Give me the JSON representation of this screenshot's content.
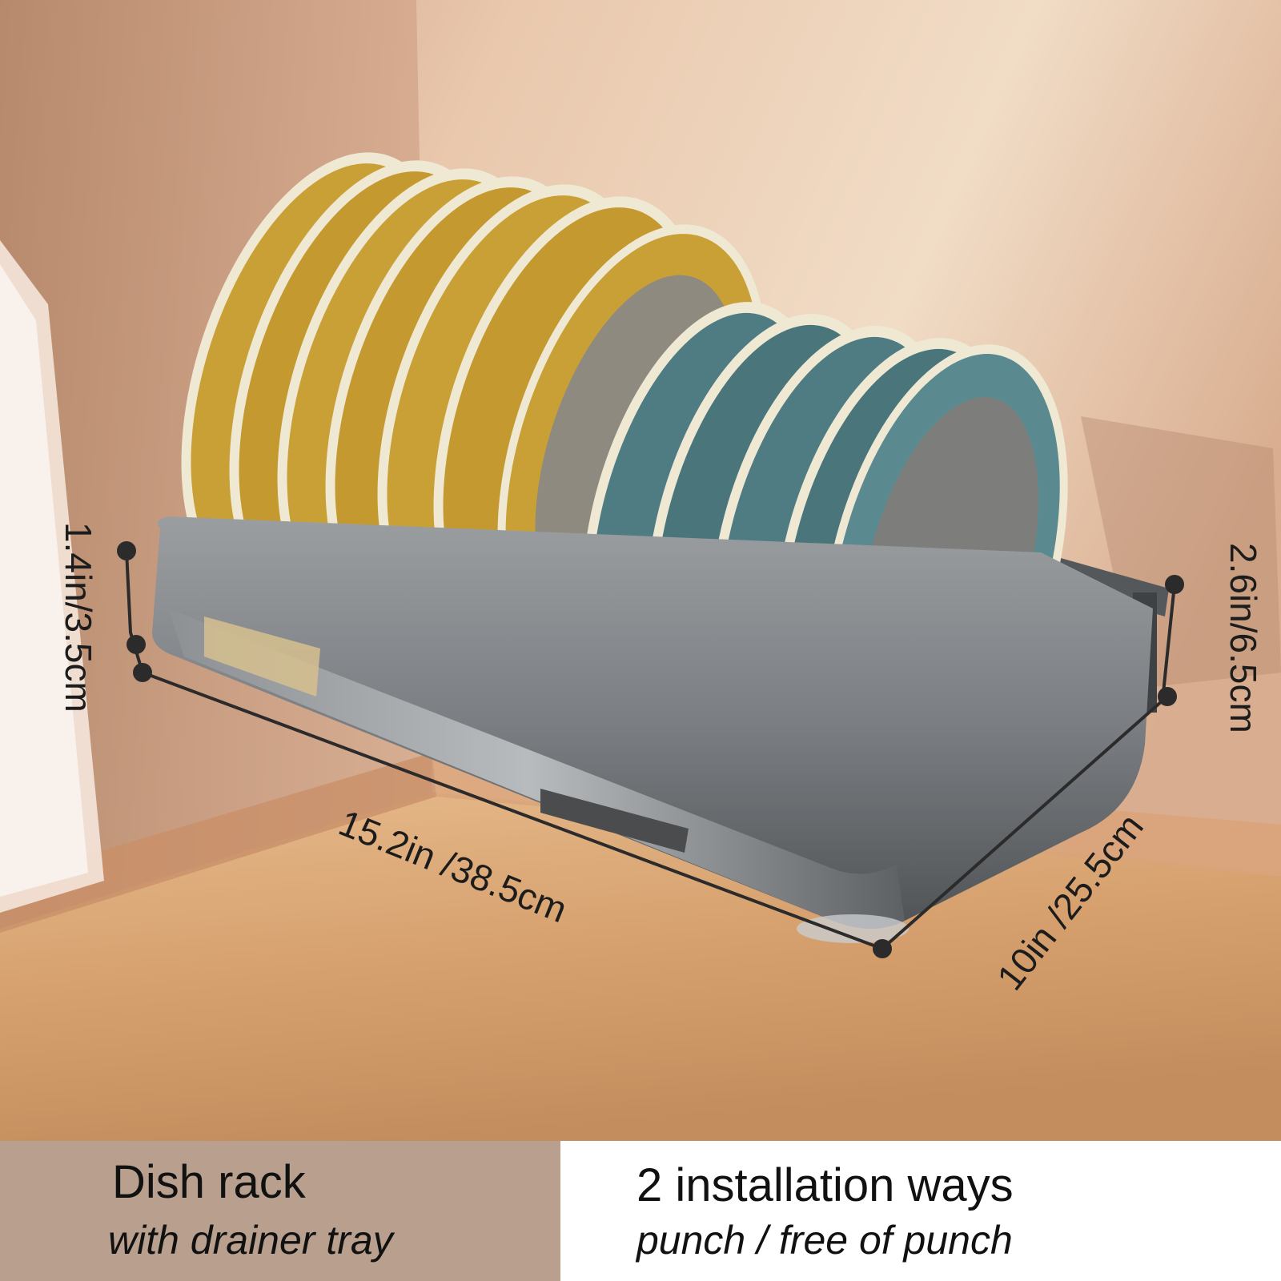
{
  "dimensions": {
    "height_left": "1.4in/3.5cm",
    "height_right": "2.6in/6.5cm",
    "length": "15.2in /38.5cm",
    "width": "10in /25.5cm"
  },
  "footer": {
    "left_title": "Dish rack",
    "left_subtitle": "with drainer tray",
    "right_title": "2 installation ways",
    "right_subtitle": "punch / free of punch"
  },
  "colors": {
    "wall": "#d9b095",
    "floor": "#d8a878",
    "rack": "#6f7275",
    "plate_yellow": "#c9a035",
    "plate_blue": "#4f7c82",
    "plate_rim": "#efe9d4",
    "footer_left_bg": "#b9a08e",
    "footer_right_bg": "#ffffff"
  }
}
